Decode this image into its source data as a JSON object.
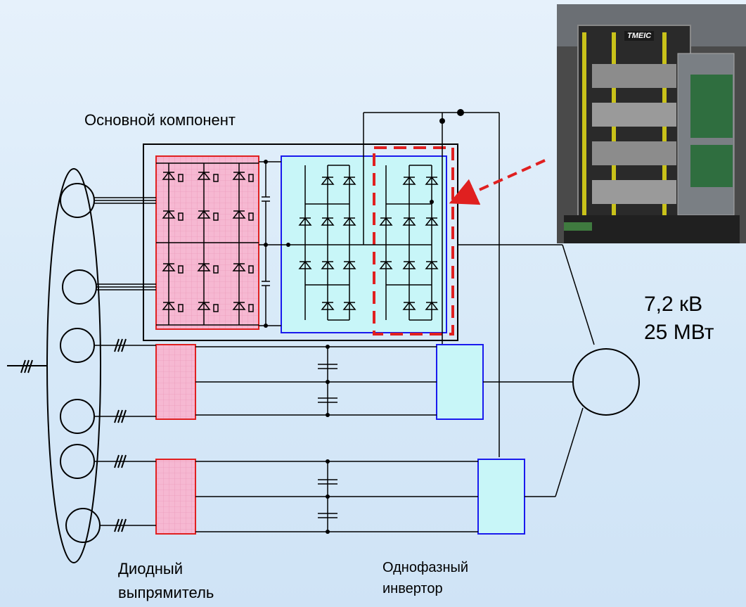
{
  "title": "Основной компонент",
  "rating": {
    "voltage": "7,2 кВ",
    "power": "25 МВт"
  },
  "labels": {
    "diode_rectifier": [
      "Диодный",
      "выпрямитель"
    ],
    "single_phase_inverter": [
      "Однофазный",
      "инвертор"
    ]
  },
  "photo": {
    "brand": "TMEIC"
  },
  "colors": {
    "rectifier_border": "#e02020",
    "rectifier_fill": "#f6b8d2",
    "inverter_border": "#1a1aee",
    "inverter_fill": "#c8f6f8",
    "highlight_dash": "#e02020",
    "wire": "#000000"
  }
}
